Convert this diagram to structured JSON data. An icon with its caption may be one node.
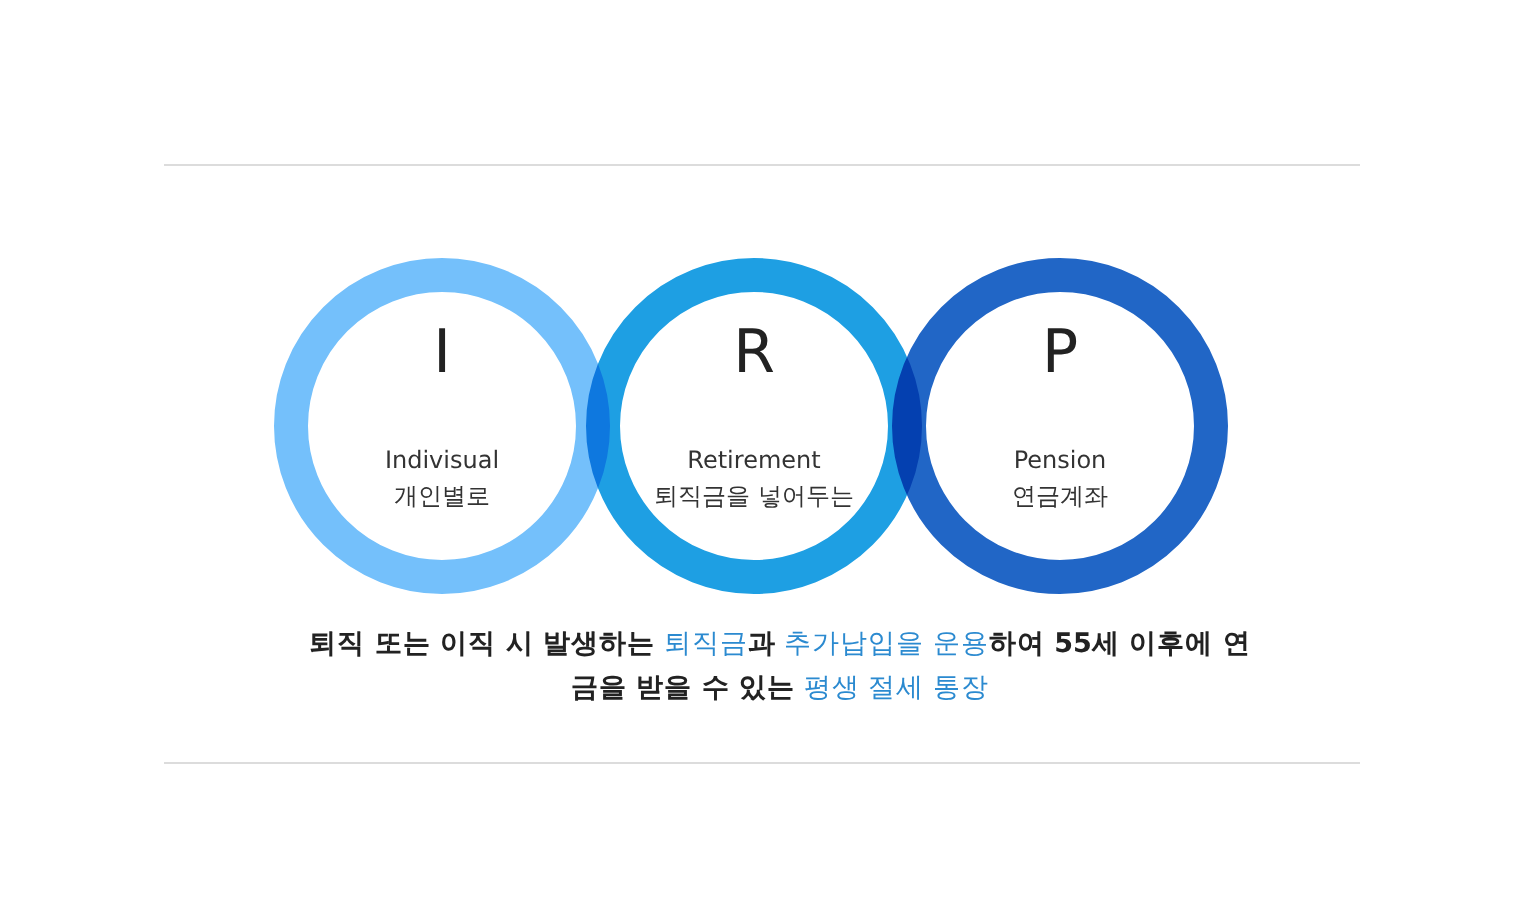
{
  "diagram": {
    "caption": "**퇴직 또는 이직 시 발생하는** 퇴직금**과** 추가납입을 운용**하여 55세 이후에 연금을 받을 수 있는** 평생 절세 통장",
    "nodes": [
      {
        "text": [
          "I",
          "Indivisual",
          "개인별로"
        ]
      },
      {
        "text": [
          "R",
          "Retirement",
          "퇴직금을 넣어두는"
        ]
      },
      {
        "text": [
          "P",
          "Pension",
          "연금계좌"
        ]
      }
    ],
    "edges": []
  }
}
